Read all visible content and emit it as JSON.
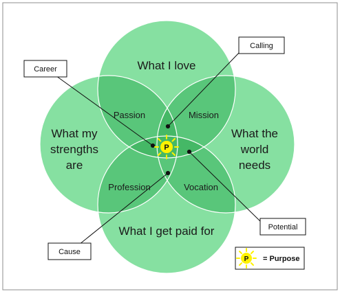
{
  "circles": {
    "top": "What I love",
    "left_line1": "What my",
    "left_line2": "strengths",
    "left_line3": "are",
    "right_line1": "What the",
    "right_line2": "world",
    "right_line3": "needs",
    "bottom": "What I get paid for"
  },
  "overlaps": {
    "top_left": "Passion",
    "top_right": "Mission",
    "bottom_left": "Profession",
    "bottom_right": "Vocation"
  },
  "center": {
    "letter": "P"
  },
  "callouts": {
    "career": "Career",
    "calling": "Calling",
    "cause": "Cause",
    "potential": "Potential"
  },
  "legend": {
    "symbol": "P",
    "label": "= Purpose"
  },
  "colors": {
    "circle_fill": "#7ddc99",
    "overlap_fill": "#52c172",
    "center_fill": "#3fb560",
    "sun": "#fff200",
    "frame": "#8c8c8c"
  }
}
